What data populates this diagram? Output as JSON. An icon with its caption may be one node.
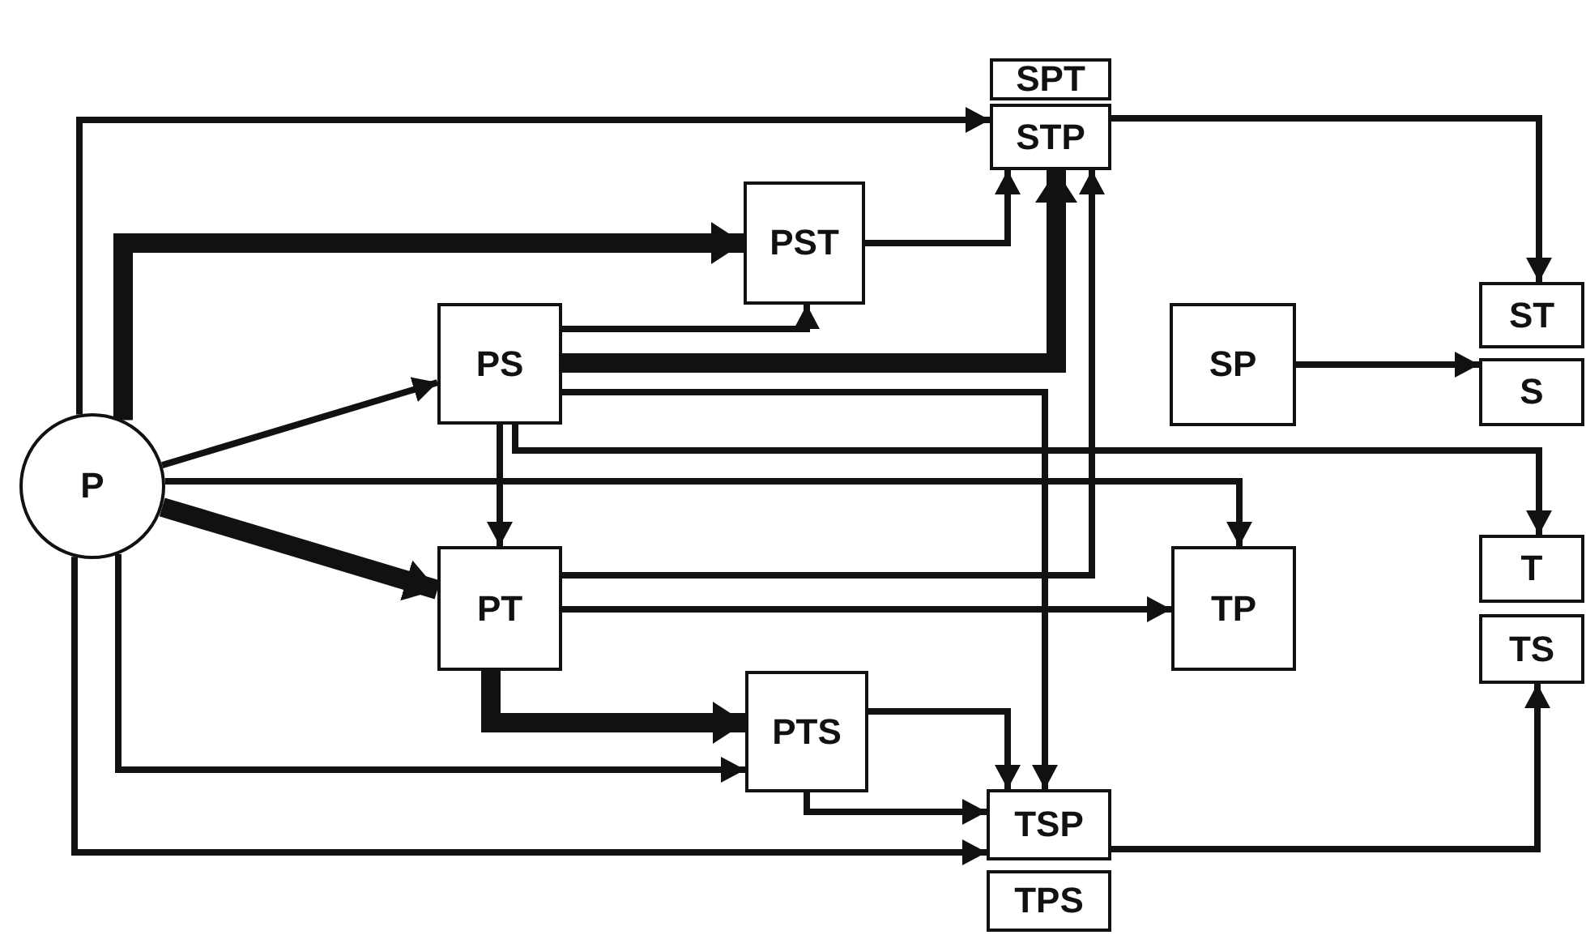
{
  "diagram": {
    "nodes": [
      {
        "text": [
          "SPT"
        ]
      },
      {
        "text": [
          "STP"
        ]
      },
      {
        "text": [
          "PST"
        ]
      },
      {
        "text": [
          "PS"
        ]
      },
      {
        "text": [
          "SP"
        ]
      },
      {
        "text": [
          "ST"
        ]
      },
      {
        "text": [
          "S"
        ]
      },
      {
        "text": [
          "P"
        ]
      },
      {
        "text": [
          "PT"
        ]
      },
      {
        "text": [
          "TP"
        ]
      },
      {
        "text": [
          "T"
        ]
      },
      {
        "text": [
          "TS"
        ]
      },
      {
        "text": [
          "PTS"
        ]
      },
      {
        "text": [
          "TSP"
        ]
      },
      {
        "text": [
          "TPS"
        ]
      }
    ],
    "edges": [
      {
        "from": 7,
        "to": 1,
        "arrow": "to"
      },
      {
        "from": 7,
        "to": 2,
        "arrow": "to",
        "style": "thick"
      },
      {
        "from": 7,
        "to": 3,
        "arrow": "to"
      },
      {
        "from": 7,
        "to": 9,
        "arrow": "to"
      },
      {
        "from": 7,
        "to": 8,
        "arrow": "to",
        "style": "thick"
      },
      {
        "from": 7,
        "to": 12,
        "arrow": "to"
      },
      {
        "from": 7,
        "to": 13,
        "arrow": "to"
      },
      {
        "from": 2,
        "to": 1,
        "arrow": "to"
      },
      {
        "from": 3,
        "to": 2,
        "arrow": "to"
      },
      {
        "from": 3,
        "to": 1,
        "arrow": "to",
        "style": "thick"
      },
      {
        "from": 3,
        "to": 13,
        "arrow": "to"
      },
      {
        "from": 3,
        "to": 10,
        "arrow": "to"
      },
      {
        "from": 3,
        "to": 8,
        "arrow": "to"
      },
      {
        "from": 8,
        "to": 1,
        "arrow": "to"
      },
      {
        "from": 8,
        "to": 9,
        "arrow": "to"
      },
      {
        "from": 8,
        "to": 12,
        "arrow": "to",
        "style": "thick"
      },
      {
        "from": 12,
        "to": 13,
        "arrow": "to"
      },
      {
        "from": 12,
        "to": 13,
        "arrow": "to"
      },
      {
        "from": 13,
        "to": 11,
        "arrow": "to"
      },
      {
        "from": 1,
        "to": 5,
        "arrow": "to"
      },
      {
        "from": 4,
        "to": 6,
        "arrow": "to"
      }
    ]
  }
}
